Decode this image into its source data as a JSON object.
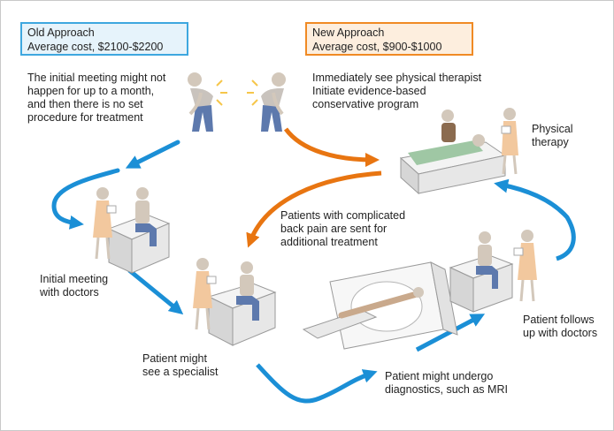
{
  "old_approach": {
    "title": "Old Approach",
    "cost": "Average cost, $2100-$2200",
    "description": "The initial meeting might not\nhappen for up to a month,\nand then there is  no set\nprocedure for treatment",
    "color": "#3ea7df"
  },
  "new_approach": {
    "title": "New Approach",
    "cost": "Average cost, $900-$1000",
    "description": "Immediately see physical therapist\nInitiate evidence-based\nconservative program",
    "color": "#f08a24"
  },
  "labels": {
    "physical_therapy": "Physical\ntherapy",
    "complicated": "Patients with complicated\nback pain are sent for\nadditional treatment",
    "initial_meeting": "Initial meeting\nwith doctors",
    "specialist": "Patient might\nsee a specialist",
    "diagnostics": "Patient might undergo\ndiagnostics, such as MRI",
    "follows_up": "Patient follows\nup with doctors"
  }
}
